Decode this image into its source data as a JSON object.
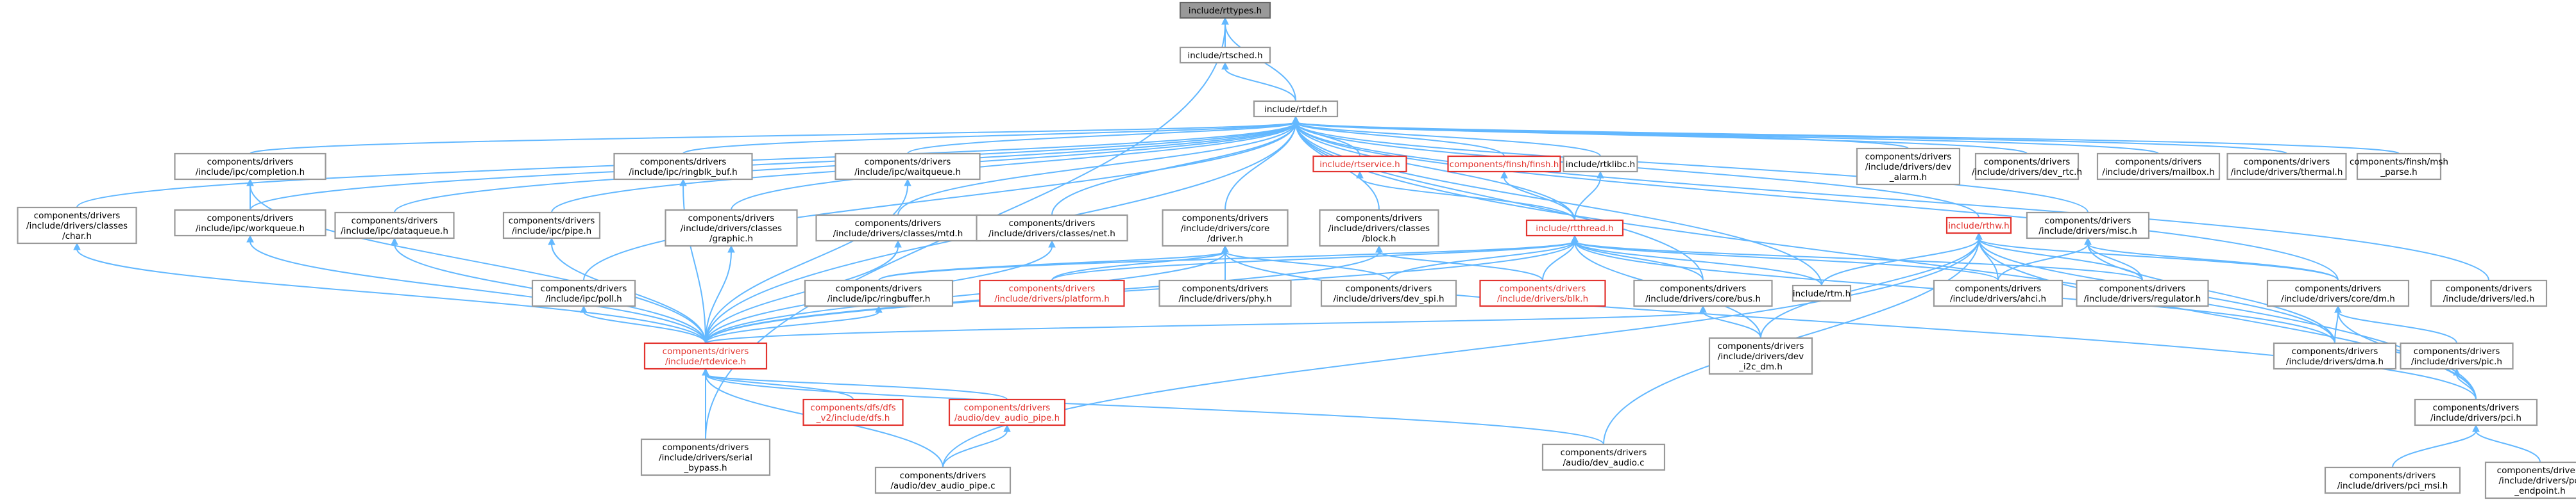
{
  "diagram": {
    "nodes": [
      {
        "id": "n0",
        "lines": [
          "include/rttypes.h"
        ],
        "style": "root"
      },
      {
        "id": "n1",
        "lines": [
          "include/rtsched.h"
        ]
      },
      {
        "id": "n2",
        "lines": [
          "include/rtdef.h"
        ]
      },
      {
        "id": "n3",
        "lines": [
          "components/drivers",
          "/include/drivers/serial",
          "_bypass.h"
        ]
      },
      {
        "id": "n4",
        "lines": [
          "components/drivers",
          "/include/drivers/classes",
          "/char.h"
        ]
      },
      {
        "id": "n5",
        "lines": [
          "components/drivers",
          "/include/ipc/completion.h"
        ]
      },
      {
        "id": "n6",
        "lines": [
          "components/drivers",
          "/include/ipc/workqueue.h"
        ]
      },
      {
        "id": "n7",
        "lines": [
          "components/drivers",
          "/include/ipc/dataqueue.h"
        ]
      },
      {
        "id": "n8",
        "lines": [
          "components/drivers",
          "/include/ipc/ringblk_buf.h"
        ]
      },
      {
        "id": "n9",
        "lines": [
          "components/drivers",
          "/include/ipc/pipe.h"
        ]
      },
      {
        "id": "n10",
        "lines": [
          "components/drivers",
          "/include/ipc/waitqueue.h"
        ]
      },
      {
        "id": "n11",
        "lines": [
          "components/drivers",
          "/include/ipc/poll.h"
        ]
      },
      {
        "id": "n12",
        "lines": [
          "components/drivers",
          "/include/drivers/classes",
          "/graphic.h"
        ]
      },
      {
        "id": "n13",
        "lines": [
          "components/drivers",
          "/include/drivers/classes/mtd.h"
        ]
      },
      {
        "id": "n14",
        "lines": [
          "components/drivers",
          "/include/drivers/classes/net.h"
        ]
      },
      {
        "id": "n15",
        "lines": [
          "components/drivers",
          "/include/drivers/core",
          "/driver.h"
        ]
      },
      {
        "id": "n16",
        "lines": [
          "components/drivers",
          "/include/drivers/classes",
          "/block.h"
        ]
      },
      {
        "id": "n17",
        "lines": [
          "include/rtservice.h"
        ],
        "style": "red"
      },
      {
        "id": "n18",
        "lines": [
          "components/finsh/finsh.h"
        ],
        "style": "red"
      },
      {
        "id": "n19",
        "lines": [
          "include/rtklibc.h"
        ]
      },
      {
        "id": "n20",
        "lines": [
          "include/rtthread.h"
        ],
        "style": "red"
      },
      {
        "id": "n21",
        "lines": [
          "components/drivers",
          "/include/ipc/ringbuffer.h"
        ]
      },
      {
        "id": "n22",
        "lines": [
          "components/drivers",
          "/include/drivers/platform.h"
        ],
        "style": "red"
      },
      {
        "id": "n23",
        "lines": [
          "components/drivers",
          "/include/drivers/phy.h"
        ]
      },
      {
        "id": "n24",
        "lines": [
          "components/drivers",
          "/include/drivers/dev_spi.h"
        ]
      },
      {
        "id": "n25",
        "lines": [
          "components/drivers",
          "/include/drivers/blk.h"
        ],
        "style": "red"
      },
      {
        "id": "n26",
        "lines": [
          "components/drivers",
          "/include/drivers/core/bus.h"
        ]
      },
      {
        "id": "n27",
        "lines": [
          "include/rtm.h"
        ]
      },
      {
        "id": "n28",
        "lines": [
          "components/drivers",
          "/include/drivers/dev",
          "_i2c_dm.h"
        ]
      },
      {
        "id": "n29",
        "lines": [
          "components/drivers",
          "/include/rtdevice.h"
        ],
        "style": "red"
      },
      {
        "id": "n30",
        "lines": [
          "components/dfs/dfs",
          "_v2/include/dfs.h"
        ],
        "style": "red"
      },
      {
        "id": "n31",
        "lines": [
          "components/drivers",
          "/audio/dev_audio_pipe.h"
        ],
        "style": "red"
      },
      {
        "id": "n32",
        "lines": [
          "components/drivers",
          "/audio/dev_audio_pipe.c"
        ]
      },
      {
        "id": "n33",
        "lines": [
          "components/drivers",
          "/audio/dev_audio.c"
        ]
      },
      {
        "id": "n34",
        "lines": [
          "components/drivers",
          "/include/drivers/dev",
          "_alarm.h"
        ]
      },
      {
        "id": "n35",
        "lines": [
          "components/drivers",
          "/include/drivers/dev_rtc.h"
        ]
      },
      {
        "id": "n36",
        "lines": [
          "components/drivers",
          "/include/drivers/mailbox.h"
        ]
      },
      {
        "id": "n37",
        "lines": [
          "components/drivers",
          "/include/drivers/thermal.h"
        ]
      },
      {
        "id": "n38",
        "lines": [
          "components/finsh/msh",
          "_parse.h"
        ]
      },
      {
        "id": "n39",
        "lines": [
          "include/rthw.h"
        ],
        "style": "red"
      },
      {
        "id": "n40",
        "lines": [
          "components/drivers",
          "/include/drivers/misc.h"
        ]
      },
      {
        "id": "n41",
        "lines": [
          "components/drivers",
          "/include/drivers/ahci.h"
        ]
      },
      {
        "id": "n42",
        "lines": [
          "components/drivers",
          "/include/drivers/regulator.h"
        ]
      },
      {
        "id": "n43",
        "lines": [
          "components/drivers",
          "/include/drivers/core/dm.h"
        ]
      },
      {
        "id": "n44",
        "lines": [
          "components/drivers",
          "/include/drivers/led.h"
        ]
      },
      {
        "id": "n45",
        "lines": [
          "components/drivers",
          "/include/drivers/dma.h"
        ]
      },
      {
        "id": "n46",
        "lines": [
          "components/drivers",
          "/include/drivers/pic.h"
        ]
      },
      {
        "id": "n47",
        "lines": [
          "components/drivers",
          "/include/drivers/pci.h"
        ]
      },
      {
        "id": "n48",
        "lines": [
          "components/drivers",
          "/include/drivers/pci_msi.h"
        ]
      },
      {
        "id": "n49",
        "lines": [
          "components/drivers",
          "/include/drivers/pci",
          "_endpoint.h"
        ]
      }
    ],
    "edges": [
      [
        "n0",
        "n1"
      ],
      [
        "n0",
        "n2"
      ],
      [
        "n1",
        "n2"
      ],
      [
        "n0",
        "n3"
      ],
      [
        "n2",
        "n4"
      ],
      [
        "n2",
        "n5"
      ],
      [
        "n2",
        "n6"
      ],
      [
        "n2",
        "n7"
      ],
      [
        "n2",
        "n8"
      ],
      [
        "n2",
        "n9"
      ],
      [
        "n2",
        "n10"
      ],
      [
        "n2",
        "n11"
      ],
      [
        "n2",
        "n12"
      ],
      [
        "n2",
        "n13"
      ],
      [
        "n2",
        "n14"
      ],
      [
        "n2",
        "n15"
      ],
      [
        "n2",
        "n16"
      ],
      [
        "n2",
        "n17"
      ],
      [
        "n2",
        "n18"
      ],
      [
        "n2",
        "n19"
      ],
      [
        "n2",
        "n20"
      ],
      [
        "n2",
        "n29"
      ],
      [
        "n2",
        "n26"
      ],
      [
        "n2",
        "n27"
      ],
      [
        "n2",
        "n34"
      ],
      [
        "n2",
        "n35"
      ],
      [
        "n2",
        "n36"
      ],
      [
        "n2",
        "n37"
      ],
      [
        "n2",
        "n38"
      ],
      [
        "n2",
        "n39"
      ],
      [
        "n2",
        "n40"
      ],
      [
        "n2",
        "n43"
      ],
      [
        "n2",
        "n44"
      ],
      [
        "n2",
        "n47"
      ],
      [
        "n5",
        "n6"
      ],
      [
        "n5",
        "n29"
      ],
      [
        "n6",
        "n29"
      ],
      [
        "n7",
        "n29"
      ],
      [
        "n8",
        "n29"
      ],
      [
        "n9",
        "n29"
      ],
      [
        "n10",
        "n29"
      ],
      [
        "n11",
        "n29"
      ],
      [
        "n4",
        "n29"
      ],
      [
        "n12",
        "n29"
      ],
      [
        "n13",
        "n29"
      ],
      [
        "n14",
        "n29"
      ],
      [
        "n15",
        "n21"
      ],
      [
        "n15",
        "n22"
      ],
      [
        "n15",
        "n23"
      ],
      [
        "n15",
        "n24"
      ],
      [
        "n15",
        "n29"
      ],
      [
        "n15",
        "n47"
      ],
      [
        "n16",
        "n25"
      ],
      [
        "n16",
        "n29"
      ],
      [
        "n17",
        "n20"
      ],
      [
        "n18",
        "n20"
      ],
      [
        "n19",
        "n20"
      ],
      [
        "n20",
        "n29"
      ],
      [
        "n20",
        "n21"
      ],
      [
        "n20",
        "n22"
      ],
      [
        "n20",
        "n25"
      ],
      [
        "n20",
        "n26"
      ],
      [
        "n20",
        "n27"
      ],
      [
        "n20",
        "n28"
      ],
      [
        "n20",
        "n41"
      ],
      [
        "n20",
        "n42"
      ],
      [
        "n20",
        "n45"
      ],
      [
        "n20",
        "n24"
      ],
      [
        "n21",
        "n29"
      ],
      [
        "n26",
        "n29"
      ],
      [
        "n26",
        "n28"
      ],
      [
        "n29",
        "n3"
      ],
      [
        "n29",
        "n30"
      ],
      [
        "n29",
        "n31"
      ],
      [
        "n29",
        "n32"
      ],
      [
        "n29",
        "n33"
      ],
      [
        "n31",
        "n32"
      ],
      [
        "n39",
        "n27"
      ],
      [
        "n39",
        "n28"
      ],
      [
        "n39",
        "n41"
      ],
      [
        "n39",
        "n42"
      ],
      [
        "n39",
        "n43"
      ],
      [
        "n39",
        "n45"
      ],
      [
        "n39",
        "n32"
      ],
      [
        "n39",
        "n33"
      ],
      [
        "n39",
        "n47"
      ],
      [
        "n40",
        "n41"
      ],
      [
        "n40",
        "n42"
      ],
      [
        "n40",
        "n43"
      ],
      [
        "n40",
        "n45"
      ],
      [
        "n43",
        "n45"
      ],
      [
        "n43",
        "n46"
      ],
      [
        "n43",
        "n47"
      ],
      [
        "n46",
        "n47"
      ],
      [
        "n47",
        "n48"
      ],
      [
        "n47",
        "n49"
      ]
    ]
  }
}
